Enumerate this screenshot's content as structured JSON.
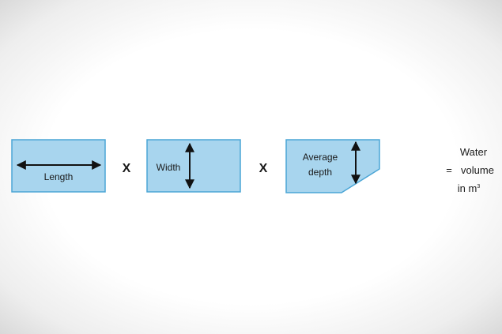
{
  "colors": {
    "box_fill": "#a8d5ee",
    "box_stroke": "#4aa5d5",
    "arrow": "#111111"
  },
  "shapes": {
    "length_label": "Length",
    "width_label": "Width",
    "depth_label_line1": "Average",
    "depth_label_line2": "depth"
  },
  "operators": {
    "multiply_1": "X",
    "multiply_2": "X",
    "equals": "="
  },
  "result": {
    "line1": "Water",
    "line2": "volume",
    "line3_prefix": "in m",
    "line3_superscript": "3"
  }
}
